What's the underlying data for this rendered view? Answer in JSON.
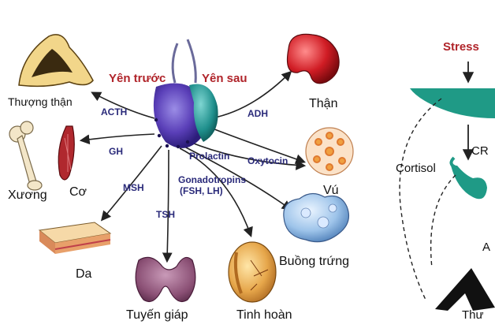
{
  "labels": {
    "anterior_pituitary": "Yên trước",
    "posterior_pituitary": "Yên sau",
    "adrenal": "Thượng thận",
    "bone": "Xương",
    "muscle": "Cơ",
    "skin": "Da",
    "thyroid": "Tuyến giáp",
    "testis": "Tinh hoàn",
    "ovary": "Buồng trứng",
    "breast": "Vú",
    "kidney": "Thận"
  },
  "hormones": {
    "acth": "ACTH",
    "gh": "GH",
    "msh": "MSH",
    "tsh": "TSH",
    "gonadotropins": "Gonadotropins",
    "fsh_lh": "(FSH, LH)",
    "prolactin": "Prolactin",
    "oxytocin": "Oxytocin",
    "adh": "ADH"
  },
  "right_panel": {
    "stress": "Stress",
    "crh": "CR",
    "cortisol": "Cortisol",
    "a_partial": "A",
    "adrenal_partial": "Thư"
  },
  "colors": {
    "anterior_pituitary": "#5a3fb8",
    "posterior_pituitary": "#1f8f8c",
    "title_red": "#b0242a",
    "hormone_text": "#2a2a7a"
  }
}
